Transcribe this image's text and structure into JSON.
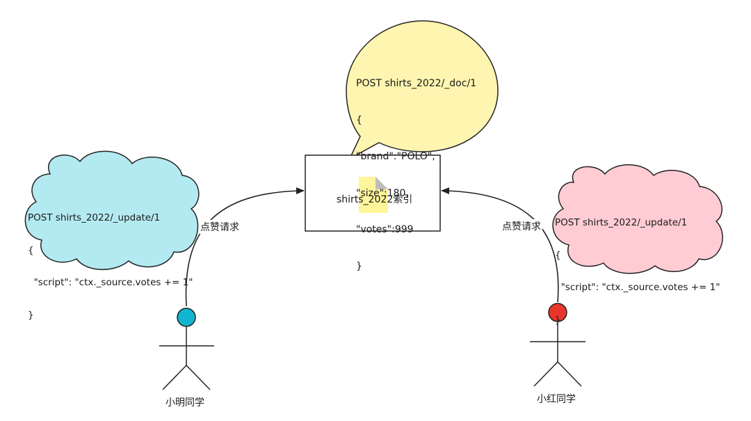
{
  "index_box": {
    "label": "shirts_2022索引",
    "icon": "document-icon"
  },
  "speech_bubble": {
    "lines": [
      "POST shirts_2022/_doc/1",
      "{",
      "\"brand\":\"POLO\",",
      "\"size\":180,",
      "\"votes\":999",
      "}"
    ],
    "color": "#fdf5b0"
  },
  "left_cloud": {
    "lines": [
      "POST shirts_2022/_update/1",
      "{",
      "  \"script\": \"ctx._source.votes += 1\"",
      "}"
    ],
    "color": "#b3eaf2"
  },
  "right_cloud": {
    "lines": [
      "POST shirts_2022/_update/1",
      "{",
      "  \"script\": \"ctx._source.votes += 1\"",
      "}"
    ],
    "color": "#ffccd3"
  },
  "left_arrow": {
    "label": "点赞请求"
  },
  "right_arrow": {
    "label": "点赞请求"
  },
  "left_actor": {
    "name": "小明同学",
    "head_color": "#11b5cf"
  },
  "right_actor": {
    "name": "小红同学",
    "head_color": "#e8352c"
  }
}
